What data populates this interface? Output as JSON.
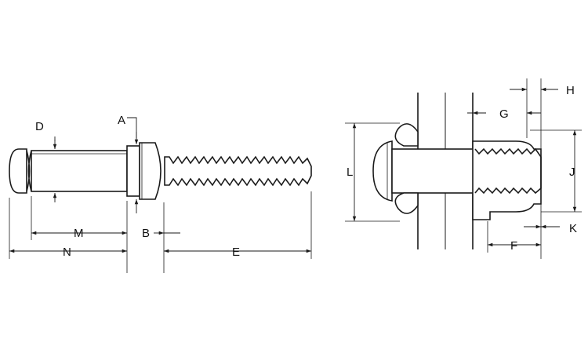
{
  "diagram": {
    "stroke_color": "#1a1a1a",
    "fill_color": "#ffffff",
    "labels": {
      "a": "A",
      "b": "B",
      "d": "D",
      "e": "E",
      "m": "M",
      "n": "N",
      "f": "F",
      "g": "G",
      "h": "H",
      "j": "J",
      "k": "K",
      "l": "L"
    }
  }
}
